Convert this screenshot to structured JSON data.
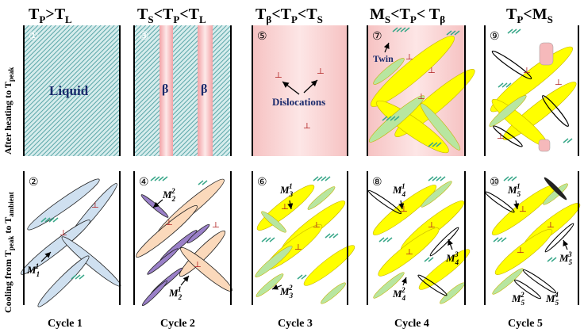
{
  "columns": [
    {
      "header": "T<sub>P</sub>&gt;T<sub>L</sub>",
      "header_text": "TP>TL",
      "cycle": "Cycle 1"
    },
    {
      "header_text": "TS<TP<TL",
      "cycle": "Cycle 2"
    },
    {
      "header_text": "Tβ<TP<TS",
      "cycle": "Cycle 3"
    },
    {
      "header_text": "MS<TP< Tβ",
      "cycle": "Cycle 4"
    },
    {
      "header_text": "TP<MS",
      "cycle": "Cycle 5"
    }
  ],
  "row_labels": {
    "top": "After heating to Tpeak",
    "bottom": "Cooling from Tpeak to Tambient"
  },
  "panel_numbers": [
    "①",
    "③",
    "⑤",
    "⑦",
    "⑨",
    "②",
    "④",
    "⑥",
    "⑧",
    "⑩"
  ],
  "labels": {
    "liquid": "Liquid",
    "beta": "β",
    "dislocations": "Dislocations",
    "twin": "Twin"
  },
  "martensite_labels": {
    "c1": "M11",
    "c2a": "M22",
    "c2b": "M12",
    "c3a": "M13",
    "c3b": "M23",
    "c4a": "M14",
    "c4b": "M34",
    "c4c": "M24",
    "c5a": "M15",
    "c5b": "M35",
    "c5c": "M25",
    "c5d": "M45"
  },
  "colors": {
    "liquid_hatch": "#5aa6a8",
    "beta_pink": "#f4a6aa",
    "beta_light": "#fbe3e3",
    "alpha_yellow": "#ffff00",
    "alpha_green": "#b8e6a0",
    "needle_blue": "#cfe0f0",
    "needle_orange": "#fbd9bb",
    "needle_purple": "#9a80c8",
    "twin_green": "#3aa88a",
    "dislocation_red": "#b02020"
  }
}
